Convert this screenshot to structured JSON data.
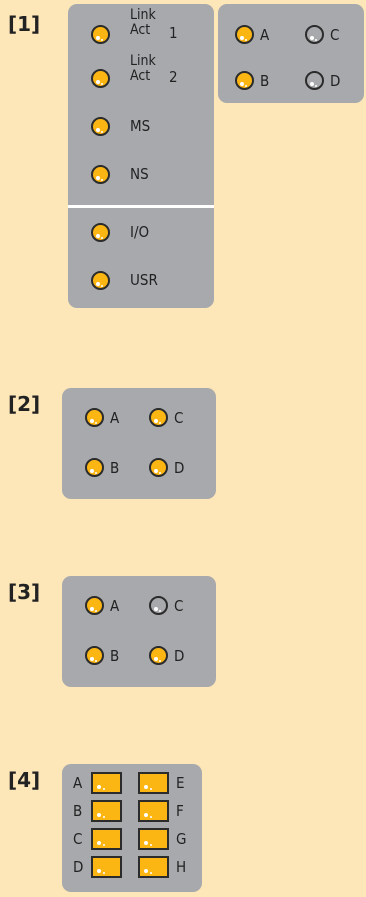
{
  "section_labels": [
    "[1]",
    "[2]",
    "[3]",
    "[4]"
  ],
  "colors": {
    "background": "#fde6b8",
    "panel": "#a7a9ac",
    "led_on": "#fcb614",
    "divider": "#ffffff"
  },
  "s1": {
    "port_leds": [
      {
        "line1": "Link",
        "line2": "Act",
        "number": "1",
        "state": "on"
      },
      {
        "line1": "Link",
        "line2": "Act",
        "number": "2",
        "state": "on"
      }
    ],
    "status_leds": [
      {
        "label": "MS",
        "state": "on"
      },
      {
        "label": "NS",
        "state": "on"
      }
    ],
    "lower_leds": [
      {
        "label": "I/O",
        "state": "on"
      },
      {
        "label": "USR",
        "state": "on"
      }
    ],
    "abcd": [
      {
        "label": "A",
        "state": "on"
      },
      {
        "label": "C",
        "state": "off"
      },
      {
        "label": "B",
        "state": "on"
      },
      {
        "label": "D",
        "state": "off"
      }
    ]
  },
  "s2": {
    "abcd": [
      {
        "label": "A",
        "state": "on"
      },
      {
        "label": "C",
        "state": "on"
      },
      {
        "label": "B",
        "state": "on"
      },
      {
        "label": "D",
        "state": "on"
      }
    ]
  },
  "s3": {
    "abcd": [
      {
        "label": "A",
        "state": "on"
      },
      {
        "label": "C",
        "state": "off"
      },
      {
        "label": "B",
        "state": "on"
      },
      {
        "label": "D",
        "state": "on"
      }
    ]
  },
  "s4": {
    "left_labels": [
      "A",
      "B",
      "C",
      "D"
    ],
    "right_labels": [
      "E",
      "F",
      "G",
      "H"
    ],
    "state": "on"
  }
}
